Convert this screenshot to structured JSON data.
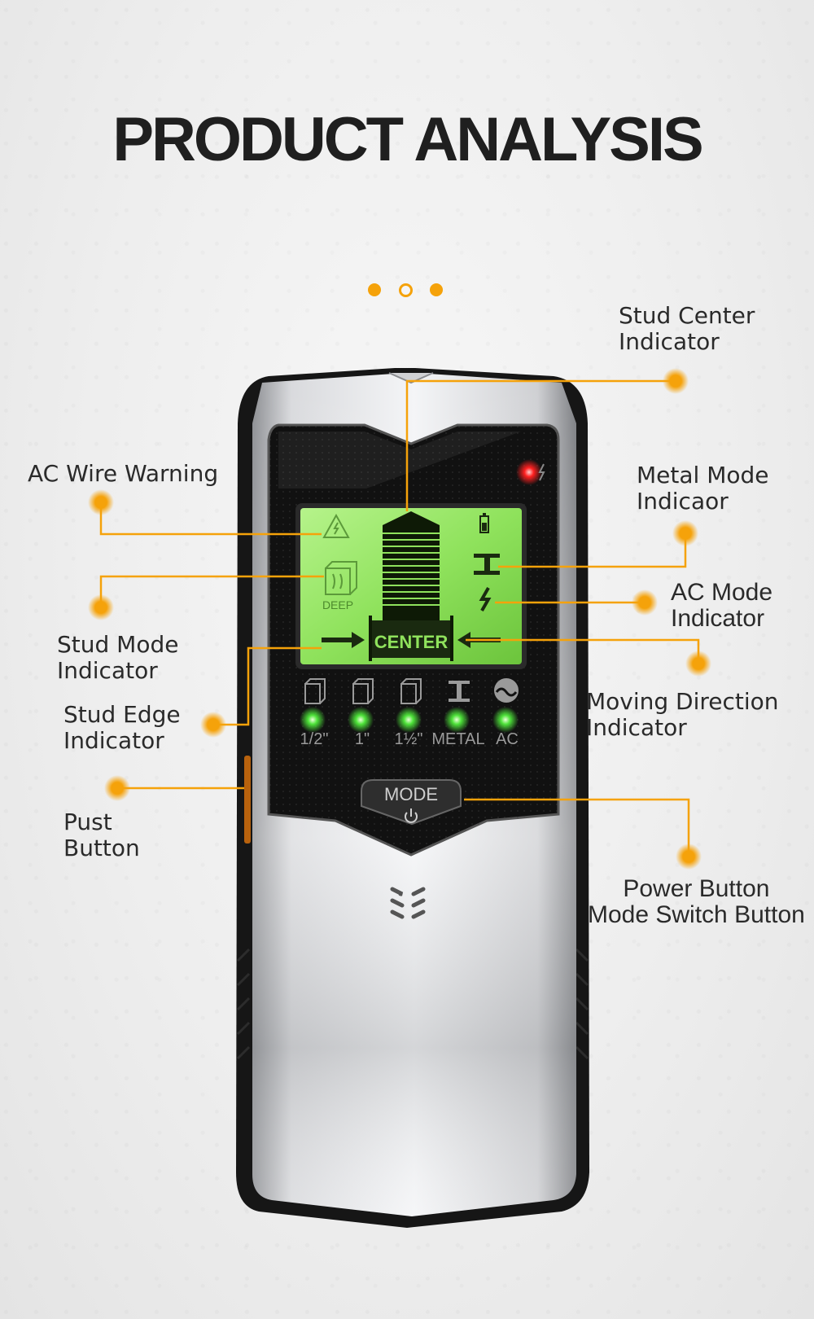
{
  "title": "PRODUCT ANALYSIS",
  "accent_color": "#f5a20a",
  "carousel": {
    "total": 3,
    "active_index": 1
  },
  "labels": {
    "stud_center": "Stud Center\nIndicator",
    "ac_wire_warning": "AC Wire Warning",
    "metal_mode": "Metal Mode\nIndicaor",
    "ac_mode": "AC Mode\nIndicator",
    "stud_mode": "Stud Mode\nIndicator",
    "moving_direction": "Moving Direction\nIndicator",
    "stud_edge": "Stud Edge\nIndicator",
    "push_button": "Pust\nButton",
    "power_button": "Power Button\nMode Switch Button"
  },
  "screen": {
    "deep_label": "DEEP",
    "center_label": "CENTER"
  },
  "indicators": [
    {
      "label": "1/2\"",
      "icon": "stud-block-icon"
    },
    {
      "label": "1\"",
      "icon": "stud-block-icon"
    },
    {
      "label": "1½\"",
      "icon": "stud-block-icon"
    },
    {
      "label": "METAL",
      "icon": "i-beam-icon"
    },
    {
      "label": "AC",
      "icon": "ac-wave-icon"
    }
  ],
  "mode_button": {
    "label": "MODE",
    "icon": "power-icon"
  }
}
